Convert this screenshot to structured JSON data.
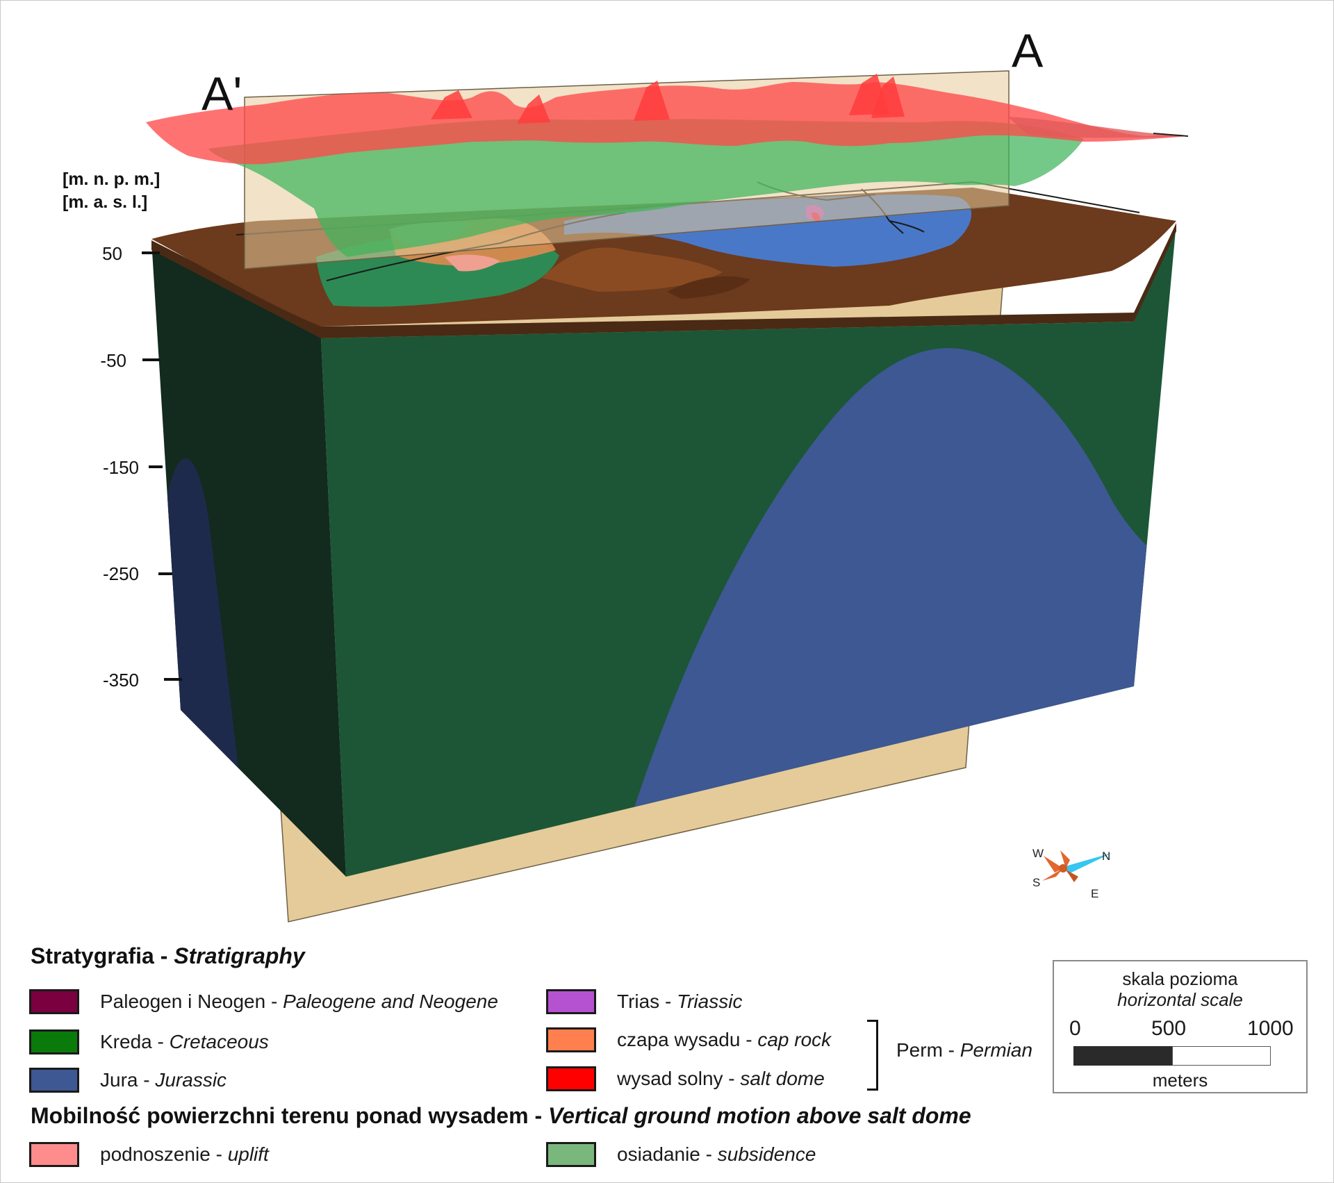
{
  "section": {
    "left_label": "A'",
    "right_label": "A"
  },
  "axis": {
    "unit_pl": "[m. n. p. m.]",
    "unit_en": "[m. a. s. l.]",
    "ticks": [
      "50",
      "-50",
      "-150",
      "-250",
      "-350"
    ]
  },
  "compass": {
    "w": "W",
    "n": "N",
    "s": "S",
    "e": "E",
    "needle_color": "#36c6f0",
    "rose_color": "#e2662e"
  },
  "legend": {
    "stratigraphy_title": {
      "pl": "Stratygrafia -",
      "en": "Stratigraphy"
    },
    "items": [
      {
        "pl": "Paleogen i Neogen - ",
        "en": "Paleogene and Neogene",
        "color": "#7a0040"
      },
      {
        "pl": "Kreda - ",
        "en": "Cretaceous",
        "color": "#0a7a0a"
      },
      {
        "pl": "Jura - ",
        "en": "Jurassic",
        "color": "#3d5892"
      },
      {
        "pl": "Trias - ",
        "en": "Triassic",
        "color": "#b552d0"
      },
      {
        "pl": "czapa wysadu - ",
        "en": "cap rock",
        "color": "#ff7f4e"
      },
      {
        "pl": "wysad solny - ",
        "en": "salt dome",
        "color": "#ff0000"
      }
    ],
    "perm": {
      "pl": "Perm - ",
      "en": "Permian"
    },
    "motion_title": {
      "pl": "Mobilność powierzchni terenu ponad wysadem -",
      "en": "Vertical ground motion above salt dome"
    },
    "motion_items": [
      {
        "pl": "podnoszenie - ",
        "en": "uplift",
        "color": "#ff8c8c"
      },
      {
        "pl": "osiadanie - ",
        "en": "subsidence",
        "color": "#7ab77c"
      }
    ]
  },
  "scale": {
    "title_pl": "skala pozioma",
    "title_en": "horizontal scale",
    "labels": [
      "0",
      "500",
      "1000"
    ],
    "unit": "meters"
  }
}
